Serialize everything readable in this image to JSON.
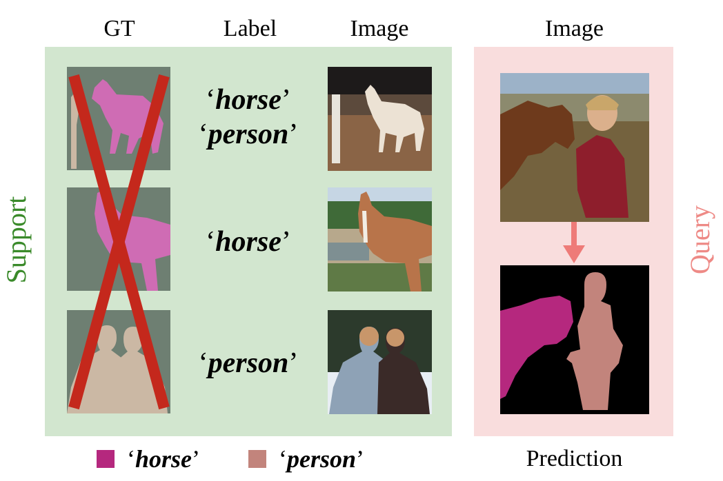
{
  "headers": {
    "gt": "GT",
    "label": "Label",
    "image_support": "Image",
    "image_query": "Image"
  },
  "side_labels": {
    "support": "Support",
    "query": "Query"
  },
  "support_rows": [
    {
      "labels": [
        "horse",
        "person"
      ]
    },
    {
      "labels": [
        "horse"
      ]
    },
    {
      "labels": [
        "person"
      ]
    }
  ],
  "quotes": {
    "open": "‘",
    "close": "’"
  },
  "legend": {
    "horse": "horse",
    "person": "person",
    "prediction": "Prediction"
  },
  "colors": {
    "support_bg": "#d2e6cf",
    "query_bg": "#f9dddd",
    "support_text": "#3a8a2a",
    "query_text": "#ee8a86",
    "horse": "#b5287e",
    "person": "#c2847c",
    "cross": "#c4281c",
    "arrow": "#ee7b78"
  }
}
